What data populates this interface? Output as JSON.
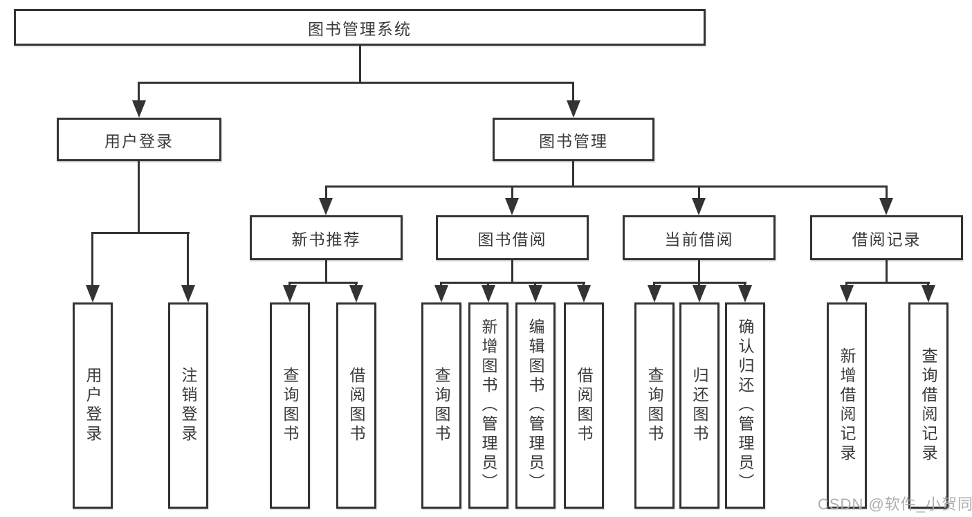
{
  "tree": {
    "label": "图书管理系统",
    "children": [
      {
        "label": "用户登录",
        "children": [
          {
            "label": "用户登录"
          },
          {
            "label": "注销登录"
          }
        ]
      },
      {
        "label": "图书管理",
        "children": [
          {
            "label": "新书推荐",
            "children": [
              {
                "label": "查询图书"
              },
              {
                "label": "借阅图书"
              }
            ]
          },
          {
            "label": "图书借阅",
            "children": [
              {
                "label": "查询图书"
              },
              {
                "label": "新增图书（管理员）"
              },
              {
                "label": "编辑图书（管理员）"
              },
              {
                "label": "借阅图书"
              }
            ]
          },
          {
            "label": "当前借阅",
            "children": [
              {
                "label": "查询图书"
              },
              {
                "label": "归还图书"
              },
              {
                "label": "确认归还（管理员）"
              }
            ]
          },
          {
            "label": "借阅记录",
            "children": [
              {
                "label": "新增借阅记录"
              },
              {
                "label": "查询借阅记录"
              }
            ]
          }
        ]
      }
    ]
  },
  "watermark": {
    "text": "CSDN @软件_小贺同学"
  },
  "colors": {
    "line": "#333333",
    "text": "#3a3a3a",
    "watermark": "#aaaaaa",
    "background": "#ffffff"
  }
}
